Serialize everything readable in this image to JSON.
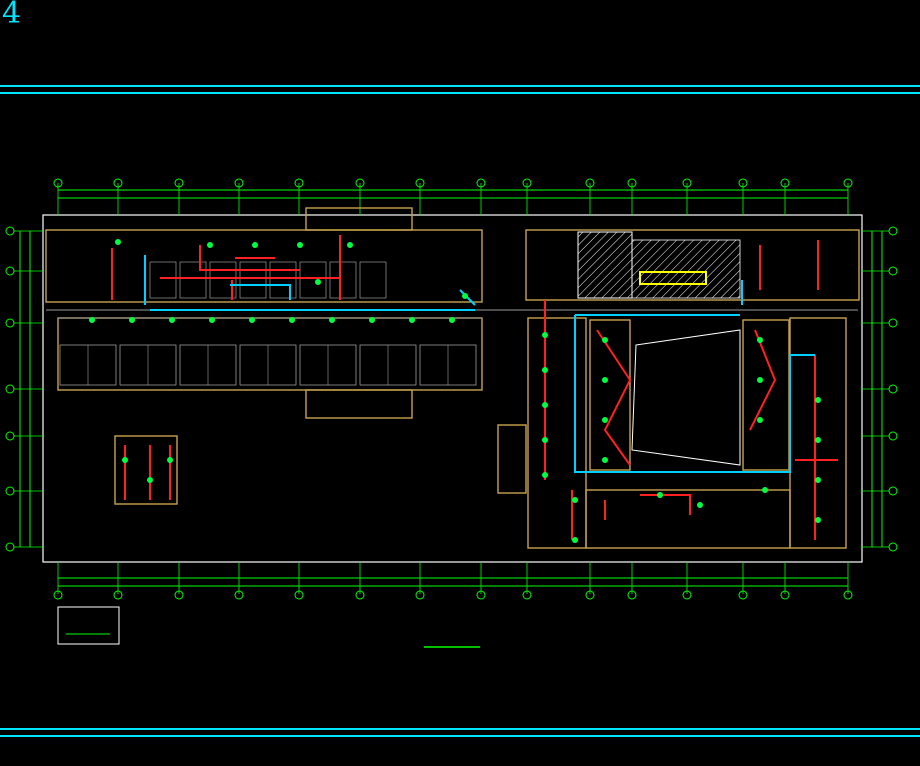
{
  "sheet": {
    "number": "4"
  },
  "colors": {
    "background": "#000000",
    "frame": "#00e5ff",
    "grid": "#00ff00",
    "walls": "#c8a24a",
    "partitions": "#9a9a9a",
    "drain_pipe": "#ff2020",
    "vent_pipe": "#00d0ff",
    "fixture": "#00ff40",
    "outline": "#ffffff",
    "highlight": "#ffff00"
  },
  "drawing": {
    "grid_columns": 15,
    "grid_rows": 7
  }
}
